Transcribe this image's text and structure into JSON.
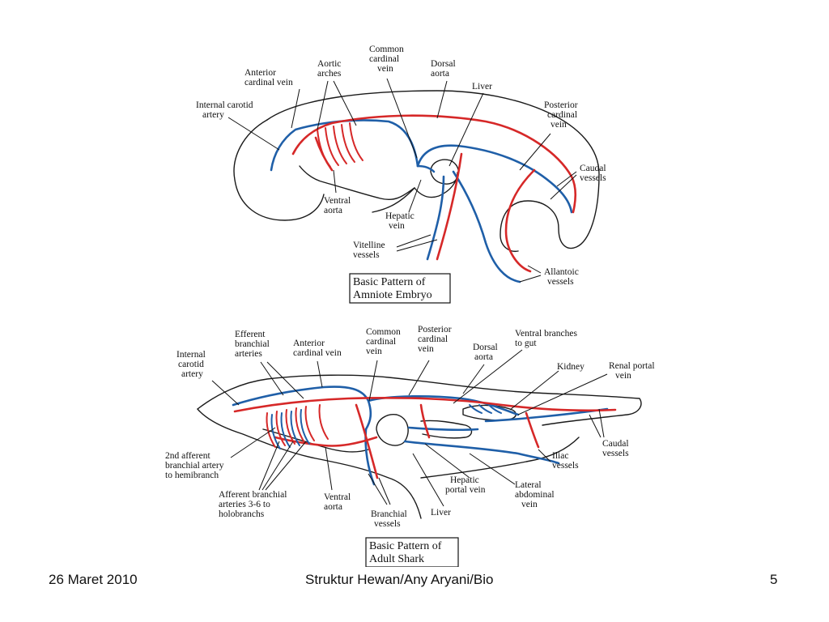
{
  "colors": {
    "artery": "#d62828",
    "vein": "#1f5fa8",
    "outline": "#1a1a1a"
  },
  "embryo": {
    "caption": [
      "Basic Pattern of",
      "Amniote Embryo"
    ],
    "labels": {
      "anterior_cardinal_vein": [
        "Anterior",
        "cardinal vein"
      ],
      "aortic_arches": [
        "Aortic",
        "arches"
      ],
      "common_cardinal_vein": [
        "Common",
        "cardinal",
        "vein"
      ],
      "dorsal_aorta": [
        "Dorsal",
        "aorta"
      ],
      "liver": [
        "Liver"
      ],
      "internal_carotid_artery": [
        "Internal carotid",
        "artery"
      ],
      "posterior_cardinal_vein": [
        "Posterior",
        "cardinal",
        "vein"
      ],
      "caudal_vessels": [
        "Caudal",
        "vessels"
      ],
      "ventral_aorta": [
        "Ventral",
        "aorta"
      ],
      "hepatic_vein": [
        "Hepatic",
        "vein"
      ],
      "vitelline_vessels": [
        "Vitelline",
        "vessels"
      ],
      "allantoic_vessels": [
        "Allantoic",
        "vessels"
      ]
    }
  },
  "shark": {
    "caption": [
      "Basic Pattern of",
      "Adult Shark"
    ],
    "labels": {
      "internal_carotid_artery": [
        "Internal",
        "carotid",
        "artery"
      ],
      "efferent_branchial_arteries": [
        "Efferent",
        "branchial",
        "arteries"
      ],
      "anterior_cardinal_vein": [
        "Anterior",
        "cardinal vein"
      ],
      "common_cardinal_vein": [
        "Common",
        "cardinal",
        "vein"
      ],
      "posterior_cardinal_vein": [
        "Posterior",
        "cardinal",
        "vein"
      ],
      "dorsal_aorta": [
        "Dorsal",
        "aorta"
      ],
      "ventral_branches_to_gut": [
        "Ventral branches",
        "to gut"
      ],
      "kidney": [
        "Kidney"
      ],
      "renal_portal_vein": [
        "Renal portal",
        "vein"
      ],
      "second_afferent_branchial_artery": [
        "2nd afferent",
        "branchial artery",
        "to hemibranch"
      ],
      "afferent_branchial_arteries": [
        "Afferent branchial",
        "arteries 3-6 to",
        "holobranchs"
      ],
      "ventral_aorta": [
        "Ventral",
        "aorta"
      ],
      "branchial_vessels": [
        "Branchial",
        "vessels"
      ],
      "liver": [
        "Liver"
      ],
      "hepatic_portal_vein": [
        "Hepatic",
        "portal vein"
      ],
      "lateral_abdominal_vein": [
        "Lateral",
        "abdominal",
        "vein"
      ],
      "iliac_vessels": [
        "Iliac",
        "vessels"
      ],
      "caudal_vessels": [
        "Caudal",
        "vessels"
      ]
    }
  },
  "footer": {
    "date": "26 Maret 2010",
    "center": "Struktur Hewan/Any Aryani/Bio",
    "page_number": "5"
  }
}
